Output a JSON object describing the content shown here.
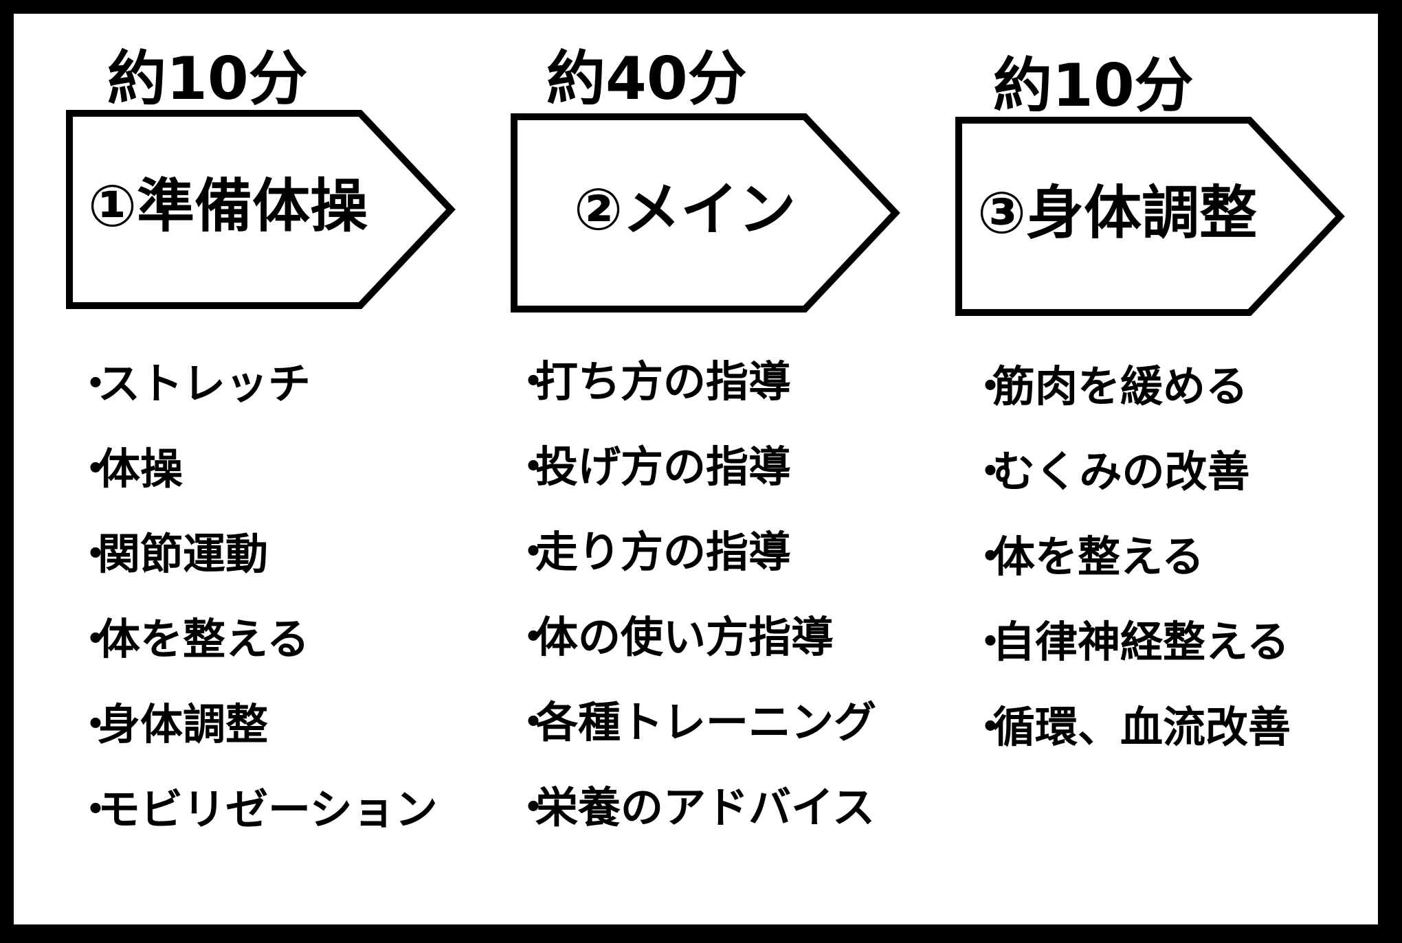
{
  "phases": [
    {
      "duration": "約10分",
      "title": "①準備体操",
      "items": [
        "ストレッチ",
        "体操",
        "関節運動",
        "体を整える",
        "身体調整",
        "モビリゼーション"
      ]
    },
    {
      "duration": "約40分",
      "title": "②メイン",
      "items": [
        "打ち方の指導",
        "投げ方の指導",
        "走り方の指導",
        "体の使い方指導",
        "各種トレーニング",
        "栄養のアドバイス"
      ]
    },
    {
      "duration": "約10分",
      "title": "③身体調整",
      "items": [
        "筋肉を緩める",
        "むくみの改善",
        "体を整える",
        "自律神経整える",
        "循環、血流改善"
      ]
    }
  ],
  "bullet": "・",
  "colors": {
    "background": "#ffffff",
    "border": "#000000",
    "text": "#000000"
  }
}
